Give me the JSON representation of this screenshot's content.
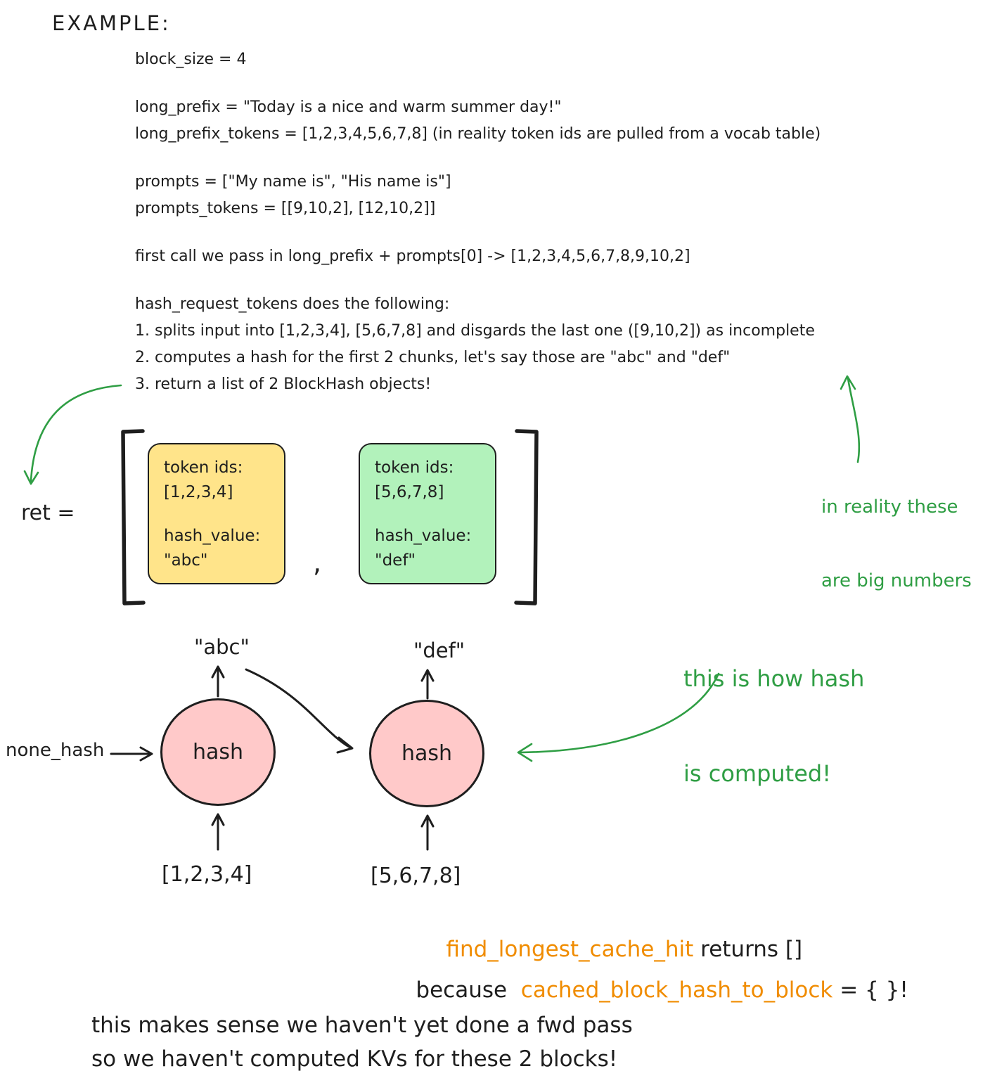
{
  "title": "EXAMPLE:",
  "code_lines": [
    "block_size = 4",
    "long_prefix = \"Today is a nice and warm summer day!\"",
    "long_prefix_tokens = [1,2,3,4,5,6,7,8] (in reality token ids are pulled from a vocab table)",
    "prompts = [\"My name is\", \"His name is\"]",
    "prompts_tokens = [[9,10,2], [12,10,2]]",
    "first call we pass in long_prefix + prompts[0] -> [1,2,3,4,5,6,7,8,9,10,2]",
    "hash_request_tokens does the following:",
    "1. splits input into [1,2,3,4], [5,6,7,8] and disgards the last one ([9,10,2]) as incomplete",
    "2. computes a hash for the first 2 chunks, let's say those are \"abc\" and \"def\"",
    "3. return a list of 2 BlockHash objects!"
  ],
  "ret": {
    "label": "ret =",
    "separator": ",",
    "blocks": [
      {
        "token_ids_label": "token ids:",
        "token_ids": "[1,2,3,4]",
        "hash_value_label": "hash_value:",
        "hash_value": "\"abc\""
      },
      {
        "token_ids_label": "token ids:",
        "token_ids": "[5,6,7,8]",
        "hash_value_label": "hash_value:",
        "hash_value": "\"def\""
      }
    ]
  },
  "hash_diagram": {
    "none_hash_label": "none_hash",
    "nodes": [
      {
        "label": "hash",
        "output": "\"abc\"",
        "input": "[1,2,3,4]"
      },
      {
        "label": "hash",
        "output": "\"def\"",
        "input": "[5,6,7,8]"
      }
    ]
  },
  "notes": {
    "big_numbers": {
      "line1": "in reality these",
      "line2": "are big numbers"
    },
    "how_hash": {
      "line1": "this is how hash",
      "line2": "is computed!"
    }
  },
  "cache_result": {
    "fn_name": "find_longest_cache_hit",
    "returns_text": " returns []",
    "because_text": "because  ",
    "dict_name": "cached_block_hash_to_block",
    "equals_text": " = { }!"
  },
  "footer": {
    "line1": "this makes sense we haven't yet done a fwd pass",
    "line2": "so we haven't computed KVs for these 2 blocks!"
  },
  "colors": {
    "ink": "#1e1e1e",
    "green_ink": "#2f9e44",
    "orange_ink": "#f08c00",
    "yellow_fill": "#ffe48a",
    "green_fill": "#b2f2bb",
    "pink_fill": "#ffc9c9"
  }
}
